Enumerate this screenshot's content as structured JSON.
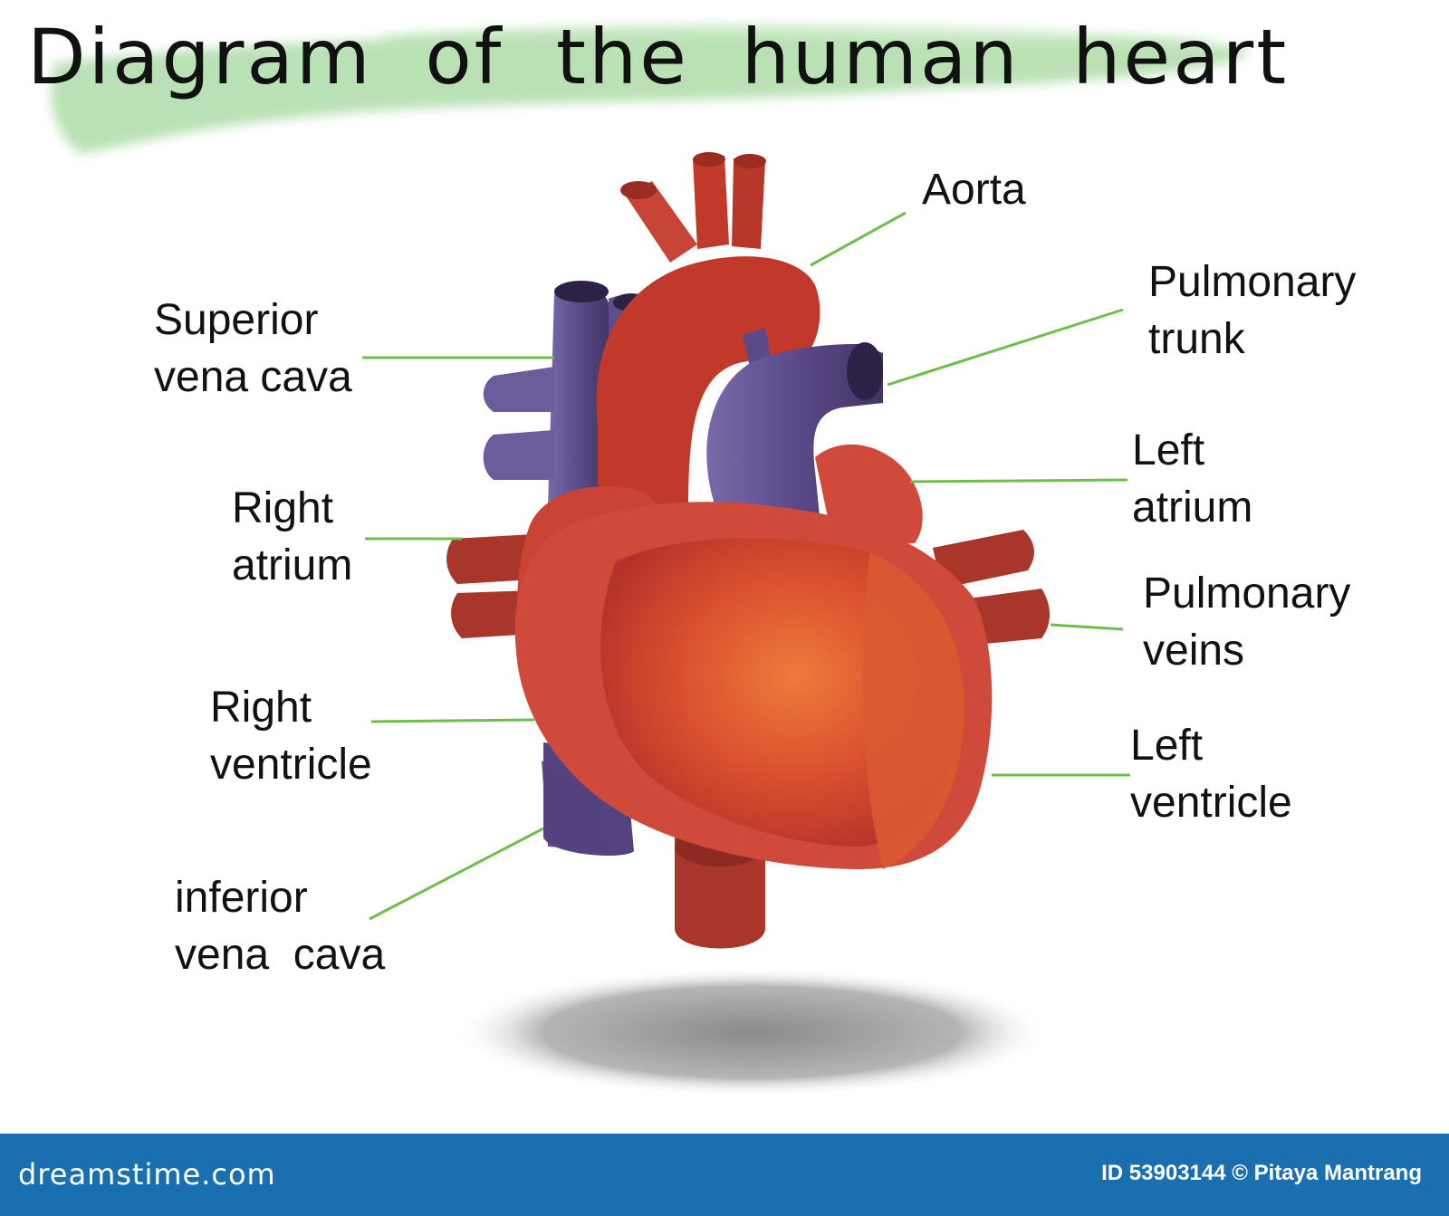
{
  "title": "Diagram of the human heart",
  "labels": {
    "aorta": "Aorta",
    "pulmonary_trunk": [
      "Pulmonary",
      "trunk"
    ],
    "superior_vena_cava": [
      "Superior",
      "vena cava"
    ],
    "right_atrium": [
      "Right",
      "atrium"
    ],
    "left_atrium": [
      "Left",
      "atrium"
    ],
    "pulmonary_veins": [
      "Pulmonary",
      "veins"
    ],
    "right_ventricle": [
      "Right",
      "ventricle"
    ],
    "left_ventricle": [
      "Left",
      "ventricle"
    ],
    "inferior_vena_cava": [
      "inferior",
      "vena  cava"
    ]
  },
  "footer": {
    "site": "dreamstime.com",
    "credit": "ID 53903144 © Pitaya Mantrang"
  },
  "colors": {
    "leader_line": "#6cc04a",
    "title_brush": "#a9d9a3",
    "artery_red": "#c0392b",
    "vein_purple": "#5b4a8a",
    "footer_bar": "#1a6fb0"
  }
}
